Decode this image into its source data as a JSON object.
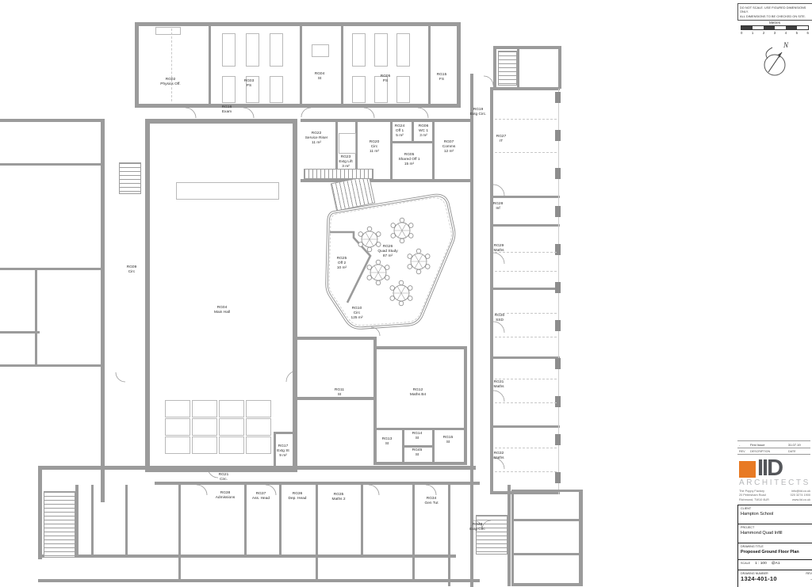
{
  "notes": {
    "line1": "DO NOT SCALE. USE FIGURED DIMENSIONS ONLY.",
    "line2": "ALL DIMENSIONS TO BE CHECKED ON SITE."
  },
  "scale_bar": {
    "title": "Metres",
    "ticks": [
      "0",
      "1",
      "2",
      "3",
      "4",
      "5",
      "6"
    ]
  },
  "north": {
    "label": "N"
  },
  "revision": {
    "headers": {
      "rev": "REV",
      "description": "DESCRIPTION",
      "date": "DATE"
    },
    "rows": [
      {
        "rev": "-",
        "description": "First Issue",
        "date": "31.07.19"
      }
    ]
  },
  "firm": {
    "logo": "IID",
    "name": "ARCHITECTS",
    "accent": "#e87a24",
    "address": [
      "The Poppy Factory",
      "20 Petersham Road",
      "Richmond, TW10 6UR"
    ],
    "contact": [
      "info@iid.co.uk",
      "020 3274 1900",
      "www.iid.co.uk"
    ]
  },
  "titleblock": {
    "client_label": "CLIENT",
    "client": "Hampton School",
    "project_label": "PROJECT",
    "project": "Hammond Quad Infill",
    "drawing_title_label": "DRAWING TITLE",
    "drawing_title": "Proposed Ground Floor Plan",
    "scale_label": "SCALE",
    "scale": "1 : 100",
    "paper": "@A1",
    "drawing_number_label": "DRAWING NUMBER",
    "drawing_number": "1324-401-10",
    "rev_label": "REV",
    "rev": "-"
  },
  "rooms": {
    "rg02": "RG02\nPhysics Off.",
    "rg03": "RG03\nPS",
    "rg04st": "RG04\nSt",
    "rg05ps": "RG05\nPS",
    "rg15fs": "RG15\nFS",
    "rg16": "RG16\nExam",
    "rg19": "RG19\nExtg Circ.",
    "rg27": "RG27\nIT",
    "rg28": "RG28\nInf",
    "rg29": "RG29\nMaths",
    "rg30": "RG30\nSSD",
    "rg31": "RG31\nMaths",
    "rg32": "RG32\nMaths",
    "rg22": "RG22\nService Riser\n11 m²",
    "rg23": "RG23\nExtg Lift\n3 m²",
    "rg20": "RG20\nCirc\n11 m²",
    "rg24": "RG24\nOff 1\n5 m²",
    "rg06": "RG06\nWC 1\n3 m²",
    "rg05sh": "RG05\nShared Off 1\n15 m²",
    "rg07": "RG07\nComms\n12 m²",
    "rg25": "RG25\nOff 2\n10 m²",
    "rg26": "RG26\nQuad Study\n87 m²",
    "rg10": "RG10\nCirc\n125 m²",
    "rg04main": "RG04\nMain Hall",
    "rg09": "RG09\nCirc",
    "rg11": "RG11\nSt",
    "rg12": "RG12\nMaths B4",
    "rg13": "RG13\nSt",
    "rg14": "RG14\nSt",
    "rg45": "RG45\nSt",
    "rg15st": "RG15\nSt",
    "rg17": "RG17\nExtg St\n9 m²",
    "rg21": "RG21\nCirc.",
    "rg38": "RG38\nAdmissions",
    "rg37": "RG37\nAss. Head",
    "rg36": "RG36\nDep. Head",
    "rg35": "RG35\nMaths 2",
    "rg34": "RG34\nGen Tut",
    "rg48": "RG48\nExtg Circ"
  }
}
